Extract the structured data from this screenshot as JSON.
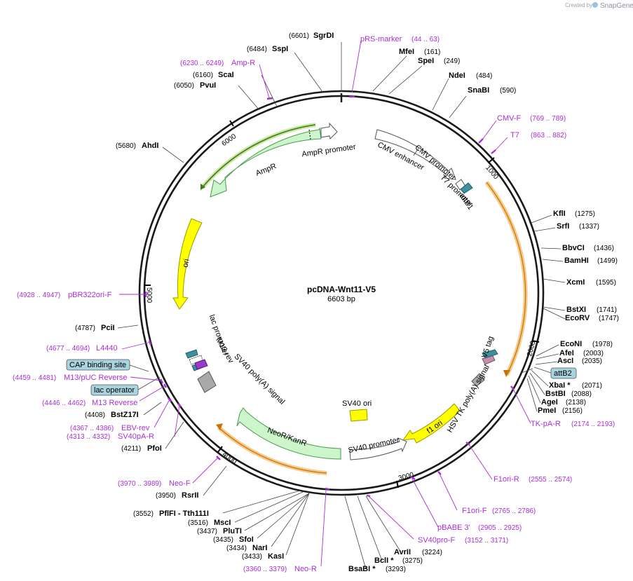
{
  "branding": {
    "created_by": "Created by",
    "app_name": "SnapGene"
  },
  "plasmid": {
    "name": "pcDNA-Wnt11-V5",
    "length": "6603 bp"
  },
  "ticks": [
    "1000",
    "2000",
    "3000",
    "4000",
    "5000",
    "6000"
  ],
  "enzymes_right": [
    {
      "name": "SgrDI",
      "pos": "(6601)"
    },
    {
      "name": "SspI",
      "pos": "(6484)"
    },
    {
      "name": "MfeI",
      "pos": "(161)"
    },
    {
      "name": "SpeI",
      "pos": "(249)"
    },
    {
      "name": "NdeI",
      "pos": "(484)"
    },
    {
      "name": "SnaBI",
      "pos": "(590)"
    },
    {
      "name": "KflI",
      "pos": "(1275)"
    },
    {
      "name": "SrfI",
      "pos": "(1337)"
    },
    {
      "name": "BbvCI",
      "pos": "(1436)"
    },
    {
      "name": "BamHI",
      "pos": "(1499)"
    },
    {
      "name": "XcmI",
      "pos": "(1595)"
    },
    {
      "name": "BstXI",
      "pos": "(1741)"
    },
    {
      "name": "EcoRV",
      "pos": "(1747)"
    },
    {
      "name": "EcoNI",
      "pos": "(1978)"
    },
    {
      "name": "AfeI",
      "pos": "(2003)"
    },
    {
      "name": "AscI",
      "pos": "(2035)"
    },
    {
      "name": "XbaI *",
      "pos": "(2071)"
    },
    {
      "name": "BstBI",
      "pos": "(2088)"
    },
    {
      "name": "AgeI",
      "pos": "(2138)"
    },
    {
      "name": "PmeI",
      "pos": "(2156)"
    },
    {
      "name": "AvrII",
      "pos": "(3224)"
    },
    {
      "name": "BclI *",
      "pos": "(3275)"
    },
    {
      "name": "BsaBI *",
      "pos": "(3293)"
    }
  ],
  "enzymes_left": [
    {
      "pos": "(6160)",
      "name": "ScaI"
    },
    {
      "pos": "(6050)",
      "name": "PvuI"
    },
    {
      "pos": "(5680)",
      "name": "AhdI"
    },
    {
      "pos": "(4787)",
      "name": "PciI"
    },
    {
      "pos": "(4408)",
      "name": "BstZ17I"
    },
    {
      "pos": "(4211)",
      "name": "PfoI"
    },
    {
      "pos": "(3950)",
      "name": "RsrII"
    },
    {
      "pos": "(3552)",
      "name": "PflFI - Tth111I"
    },
    {
      "pos": "(3516)",
      "name": "MscI"
    },
    {
      "pos": "(3437)",
      "name": "PluTI"
    },
    {
      "pos": "(3435)",
      "name": "SfoI"
    },
    {
      "pos": "(3434)",
      "name": "NarI"
    },
    {
      "pos": "(3433)",
      "name": "KasI"
    }
  ],
  "primers": [
    {
      "name": "pRS-marker",
      "pos": "(44 .. 63)"
    },
    {
      "name": "Amp-R",
      "pos": "(6230 .. 6249)"
    },
    {
      "name": "CMV-F",
      "pos": "(769 .. 789)"
    },
    {
      "name": "T7",
      "pos": "(863 .. 882)"
    },
    {
      "name": "pBR322ori-F",
      "pos": "(4928 .. 4947)"
    },
    {
      "name": "L4440",
      "pos": "(4677 .. 4694)"
    },
    {
      "name": "M13/pUC Reverse",
      "pos": "(4459 .. 4481)"
    },
    {
      "name": "M13 Reverse",
      "pos": "(4446 .. 4462)"
    },
    {
      "name": "EBV-rev",
      "pos": "(4367 .. 4386)"
    },
    {
      "name": "SV40pA-R",
      "pos": "(4313 .. 4332)"
    },
    {
      "name": "Neo-F",
      "pos": "(3970 .. 3989)"
    },
    {
      "name": "Neo-R",
      "pos": "(3360 .. 3379)"
    },
    {
      "name": "TK-pA-R",
      "pos": "(2174 .. 2193)"
    },
    {
      "name": "F1ori-R",
      "pos": "(2555 .. 2574)"
    },
    {
      "name": "F1ori-F",
      "pos": "(2765 .. 2786)"
    },
    {
      "name": "pBABE 3'",
      "pos": "(2905 .. 2925)"
    },
    {
      "name": "SV40pro-F",
      "pos": "(3152 .. 3171)"
    }
  ],
  "boxed_features": {
    "cap": "CAP binding site",
    "lac_operator": "lac operator",
    "attB2": "attB2"
  },
  "features": {
    "ampr_promoter": "AmpR promoter",
    "ampr": "AmpR",
    "cmv_enhancer": "CMV enhancer",
    "cmv_promoter": "CMV promoter",
    "t7_promoter": "T7 promoter",
    "attB1": "attB1",
    "ori": "ori",
    "lac_promoter": "lac promoter",
    "m13_rev": "M13 rev",
    "sv40_polya": "SV40 poly(A) signal",
    "neor": "NeoR/KanR",
    "sv40_ori": "SV40 ori",
    "sv40_promoter": "SV40 promoter",
    "f1_ori": "f1 ori",
    "hsv_tk": "HSV TK poly(A) signal",
    "v5_tag": "V5 tag"
  },
  "colors": {
    "backbone": "#1a1a1a",
    "primer": "#a82fd8",
    "orf_fill": "#ccf5cc",
    "orf_stroke": "#4a9a4a",
    "promoter_fill": "#ffffff",
    "ori_fill": "#ffff00",
    "ori_stroke": "#b8b800",
    "highlight_arc": "#f4c98a",
    "highlight_core": "#e08a00",
    "green_arc": "#4a8a2a",
    "teal": "#3d8f9c",
    "boxed_fill": "#a8d4df",
    "gray_feature": "#a9a9a9",
    "mauve": "#c890a8",
    "purple": "#9a3ac8"
  }
}
